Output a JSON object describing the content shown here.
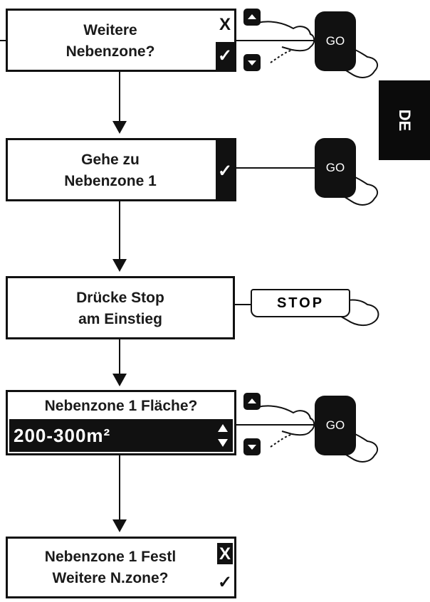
{
  "steps": [
    {
      "line1": "Weitere",
      "line2": "Nebenzone?",
      "mark_x": "X",
      "mark_check": "✓"
    },
    {
      "line1": "Gehe zu",
      "line2": "Nebenzone 1",
      "mark_check": "✓"
    },
    {
      "line1": "Drücke Stop",
      "line2": "am  Einstieg"
    },
    {
      "line1": "Nebenzone 1 Fläche?",
      "value": "200-300m²",
      "updown": "⬍"
    },
    {
      "line1": "Nebenzone 1 Festl",
      "line2": "Weitere N.zone?",
      "mark_x": "X",
      "mark_check": "✓"
    }
  ],
  "buttons": {
    "go": "GO",
    "stop": "STOP"
  },
  "language_tab": "DE",
  "icons": {
    "up": "up-arrow-icon",
    "down": "down-arrow-icon",
    "hand": "pointing-hand-icon"
  }
}
